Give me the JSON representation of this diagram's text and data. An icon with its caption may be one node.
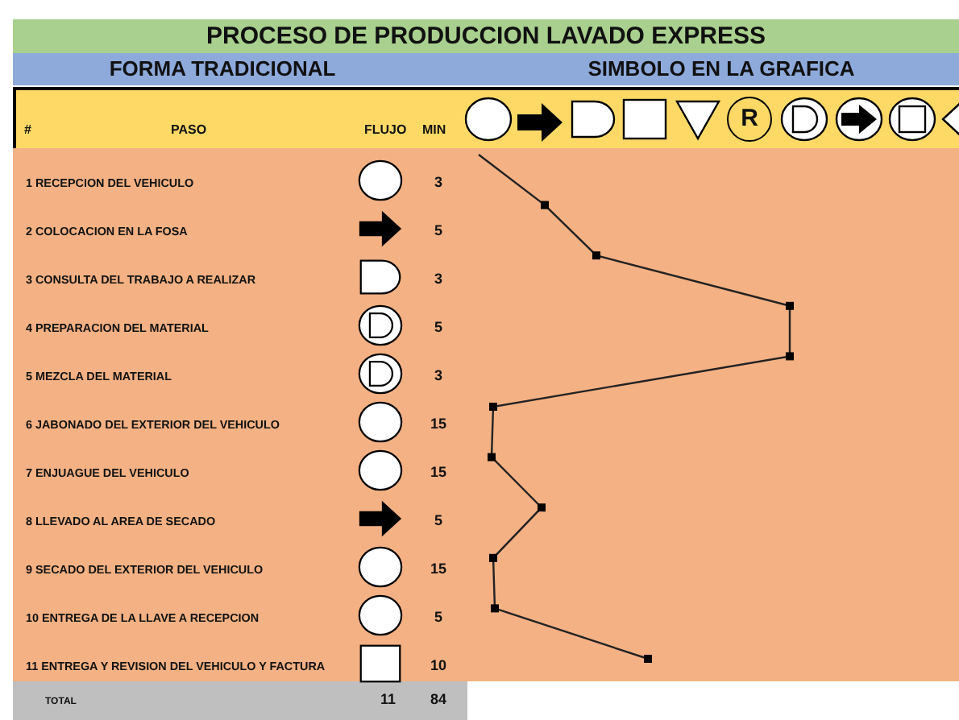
{
  "diagram": {
    "title": "PROCESO DE PRODUCCION LAVADO EXPRESS",
    "labels": [
      "FORMA TRADICIONAL",
      "SIMBOLO EN LA GRAFICA",
      "#",
      "PASO",
      "FLUJO",
      "MIN",
      "R",
      "1 RECEPCION DEL VEHICULO",
      "3",
      "2 COLOCACION EN LA FOSA",
      "5",
      "3 CONSULTA DEL TRABAJO A REALIZAR",
      "3",
      "4 PREPARACION DEL MATERIAL",
      "5",
      "5 MEZCLA DEL MATERIAL",
      "3",
      "6 JABONADO DEL EXTERIOR DEL VEHICULO",
      "15",
      "7 ENJUAGUE DEL VEHICULO",
      "15",
      "8 LLEVADO AL AREA DE SECADO",
      "5",
      "9 SECADO DEL EXTERIOR DEL VEHICULO",
      "15",
      "10 ENTREGA DE LA LLAVE A RECEPCION",
      "5",
      "11 ENTREGA Y REVISION DEL VEHICULO Y FACTURA",
      "10",
      "TOTAL",
      "11",
      "84"
    ]
  }
}
